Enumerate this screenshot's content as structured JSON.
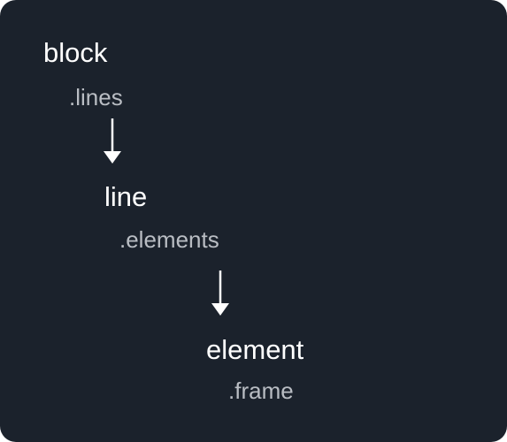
{
  "diagram": {
    "levels": [
      {
        "name": "block",
        "property": ".lines"
      },
      {
        "name": "line",
        "property": ".elements"
      },
      {
        "name": "element",
        "property": ".frame"
      }
    ],
    "arrow_icon": "down-arrow-icon",
    "colors": {
      "background": "#1b222c",
      "node_text": "#ffffff",
      "property_text": "#b9bdc3",
      "arrow": "#ffffff"
    }
  }
}
